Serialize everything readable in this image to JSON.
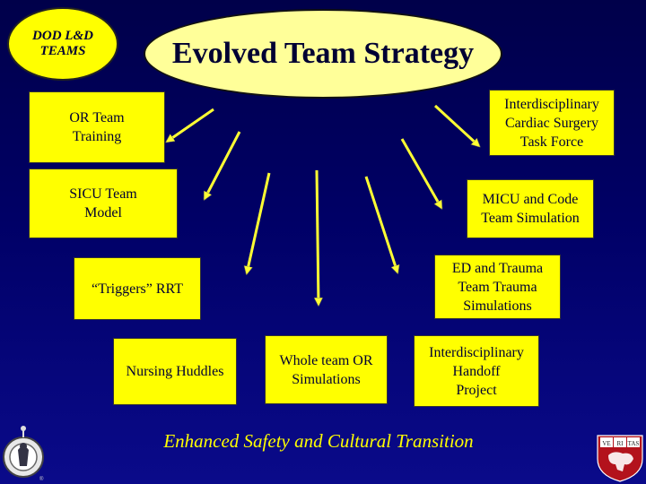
{
  "badge": {
    "line1": "DOD L&D",
    "line2": "TEAMS"
  },
  "title": "Evolved Team Strategy",
  "boxes": {
    "or_team_training": "OR Team\nTraining",
    "cardiac_task_force": "Interdisciplinary\nCardiac Surgery\nTask Force",
    "sicu_team_model": "SICU Team\nModel",
    "micu_code_simulation": "MICU and Code\nTeam Simulation",
    "triggers_rrt": "“Triggers” RRT",
    "ed_trauma_simulations": "ED and Trauma\nTeam Trauma\nSimulations",
    "nursing_huddles": "Nursing Huddles",
    "whole_team_or": "Whole team OR\nSimulations",
    "handoff_project": "Interdisciplinary\nHandoff\nProject"
  },
  "footer": "Enhanced Safety and Cultural Transition",
  "shield": {
    "cells": [
      "VE",
      "RI",
      "TAS"
    ]
  },
  "colors": {
    "background": "#000066",
    "box_fill": "#ffff00",
    "oval_fill": "#ffff99",
    "arrow": "#ffff00",
    "footer_text": "#ffff00"
  },
  "icons": {
    "left_emblem": "medical-seal-icon",
    "right_emblem": "harvard-veritas-shield-icon"
  }
}
